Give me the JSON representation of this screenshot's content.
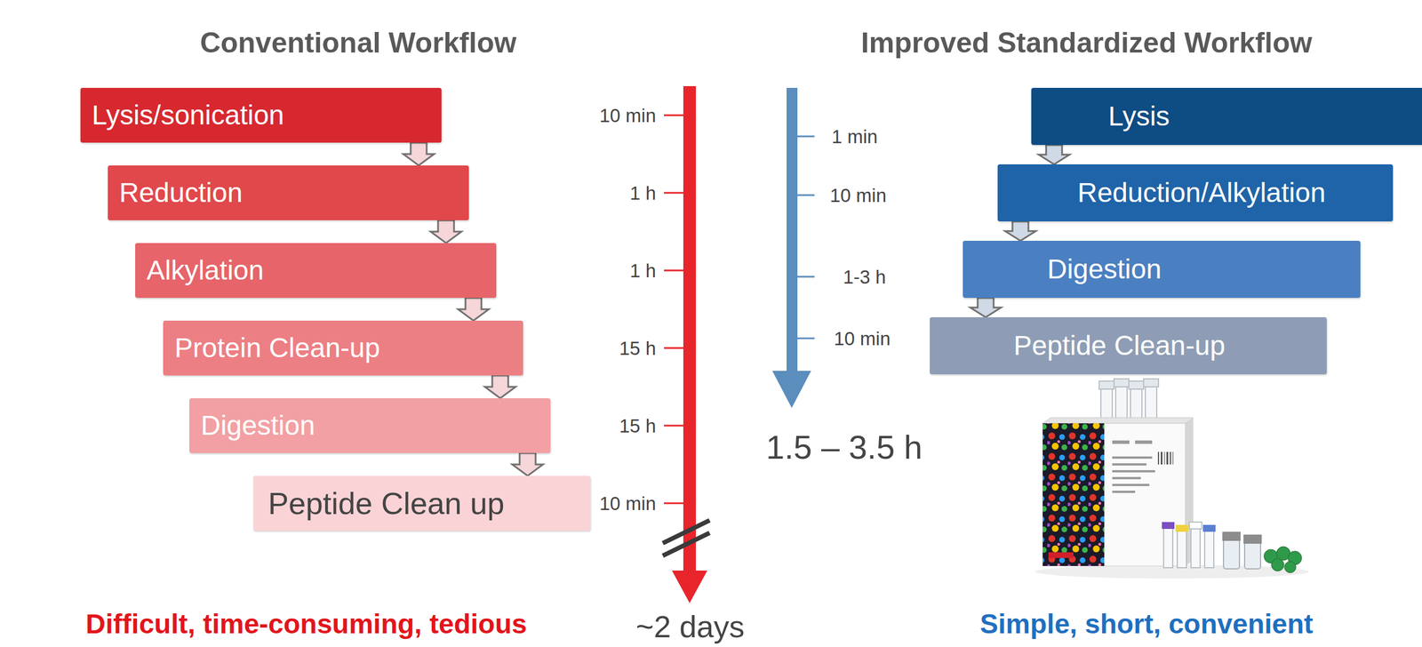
{
  "diagram": {
    "nodes": [
      {
        "text": [
          "Lysis/sonication"
        ]
      },
      {
        "text": [
          "Reduction"
        ]
      },
      {
        "text": [
          "Alkylation"
        ]
      },
      {
        "text": [
          "Protein Clean-up"
        ]
      },
      {
        "text": [
          "Digestion"
        ]
      },
      {
        "text": [
          "Peptide Clean up"
        ]
      },
      {
        "text": [
          "Lysis"
        ]
      },
      {
        "text": [
          "Reduction/Alkylation"
        ]
      },
      {
        "text": [
          "Digestion"
        ]
      },
      {
        "text": [
          "Peptide Clean-up"
        ]
      }
    ],
    "edges": [
      {
        "from": 0,
        "to": 1,
        "arrow": "to"
      },
      {
        "from": 1,
        "to": 2,
        "arrow": "to"
      },
      {
        "from": 2,
        "to": 3,
        "arrow": "to"
      },
      {
        "from": 3,
        "to": 4,
        "arrow": "to"
      },
      {
        "from": 4,
        "to": 5,
        "arrow": "to"
      },
      {
        "from": 6,
        "to": 7,
        "arrow": "to"
      },
      {
        "from": 7,
        "to": 8,
        "arrow": "to"
      },
      {
        "from": 8,
        "to": 9,
        "arrow": "to"
      }
    ],
    "labels": [
      "Conventional Workflow",
      "Improved Standardized Workflow",
      "10 min",
      "1 h",
      "1 h",
      "15 h",
      "15 h",
      "10 min",
      "~2 days",
      "1 min",
      "10 min",
      "1-3 h",
      "10 min",
      "1.5 – 3.5 h",
      "Difficult, time-consuming, tedious",
      "Simple, short, convenient"
    ]
  }
}
